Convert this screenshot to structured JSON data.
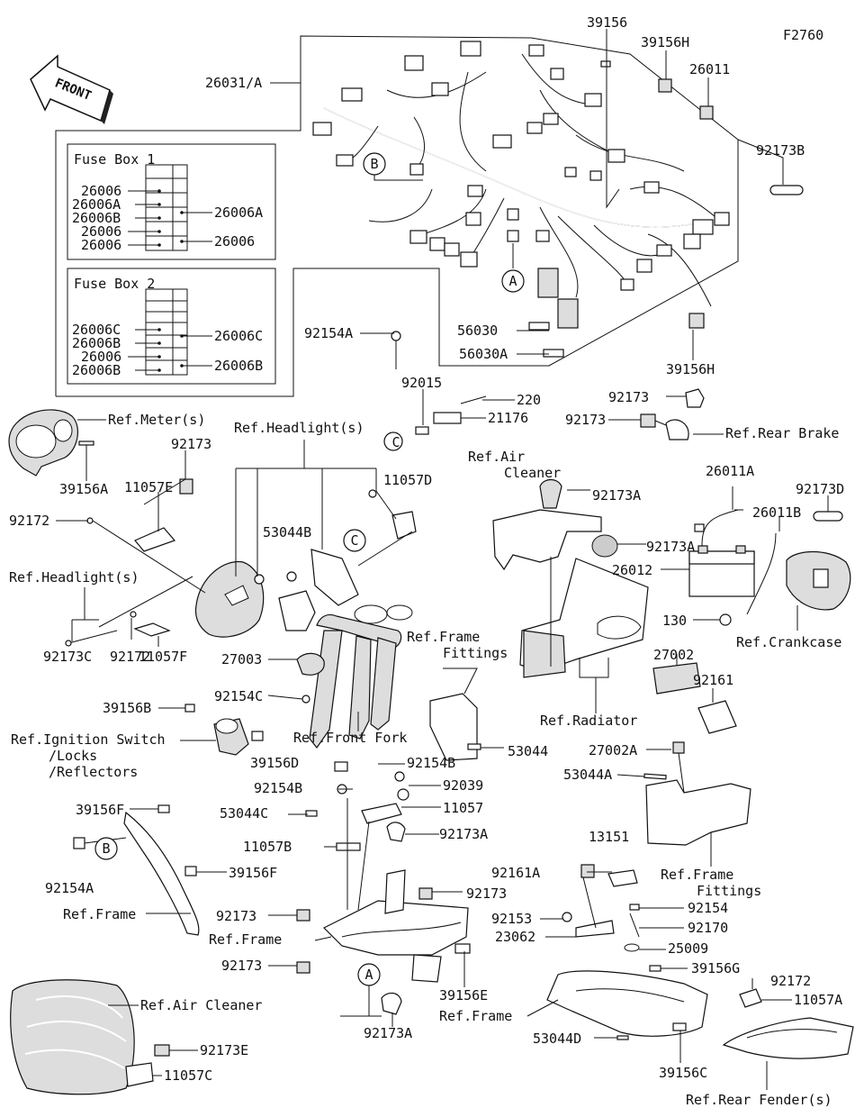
{
  "diagram_code": "F2760",
  "front_label": "FRONT",
  "fuse_box_1": {
    "title": "Fuse Box 1",
    "left_labels": [
      "26006",
      "26006A",
      "26006B",
      "26006",
      "26006"
    ],
    "right_labels": [
      "26006A",
      "26006"
    ]
  },
  "fuse_box_2": {
    "title": "Fuse Box 2",
    "left_labels": [
      "26006C",
      "26006B",
      "26006",
      "26006B"
    ],
    "right_labels": [
      "26006C",
      "26006B"
    ]
  },
  "callouts": {
    "c26031A": "26031/A",
    "c39156_top": "39156",
    "c39156H_top": "39156H",
    "c26011": "26011",
    "c92173B": "92173B",
    "c92154A_mid": "92154A",
    "c56030": "56030",
    "c56030A": "56030A",
    "c39156H_bot": "39156H",
    "c92015": "92015",
    "c220": "220",
    "c21176": "21176",
    "c92173_rb1": "92173",
    "c92173_rb2": "92173",
    "ref_rear_brake": "Ref.Rear Brake",
    "ref_meter": "Ref.Meter(s)",
    "c39156A": "39156A",
    "c92173_m": "92173",
    "c11057E": "11057E",
    "c92172_a": "92172",
    "ref_headlight_top": "Ref.Headlight(s)",
    "c11057D": "11057D",
    "c53044B": "53044B",
    "ref_headlight_left": "Ref.Headlight(s)",
    "c92172_b": "92172",
    "c92173C": "92173C",
    "c11057F": "11057F",
    "c27003": "27003",
    "c92154C": "92154C",
    "c39156B": "39156B",
    "ref_ignition_1": "Ref.Ignition Switch",
    "ref_ignition_2": "/Locks",
    "ref_ignition_3": "/Reflectors",
    "ref_front_fork": "Ref.Front Fork",
    "ref_frame_fittings_1a": "Ref.Frame",
    "ref_frame_fittings_1b": "Fittings",
    "c53044": "53044",
    "ref_air_cleaner_top_a": "Ref.Air",
    "ref_air_cleaner_top_b": "Cleaner",
    "c92173A_1": "92173A",
    "c92173A_2": "92173A",
    "ref_radiator": "Ref.Radiator",
    "c26011A": "26011A",
    "c92173D": "92173D",
    "c26011B": "26011B",
    "c26012": "26012",
    "c130": "130",
    "ref_crankcase": "Ref.Crankcase",
    "c27002": "27002",
    "c92161": "92161",
    "c27002A": "27002A",
    "c53044A": "53044A",
    "ref_frame_fittings_2a": "Ref.Frame",
    "ref_frame_fittings_2b": "Fittings",
    "c39156D": "39156D",
    "c92154B_1": "92154B",
    "c92154B_2": "92154B",
    "c92039": "92039",
    "c53044C": "53044C",
    "c11057": "11057",
    "c11057B": "11057B",
    "c92173A_3": "92173A",
    "c39156F_1": "39156F",
    "c92154A_low": "92154A",
    "c39156F_2": "39156F",
    "ref_frame_left": "Ref.Frame",
    "c92173_f1": "92173",
    "c92173_f2": "92173",
    "ref_frame_mid": "Ref.Frame",
    "c92173_f3": "92173",
    "c13151": "13151",
    "c92161A": "92161A",
    "c92154": "92154",
    "c92153": "92153",
    "c92170": "92170",
    "c23062": "23062",
    "c25009": "25009",
    "c39156G": "39156G",
    "c92172_c": "92172",
    "c11057A": "11057A",
    "ref_frame_bottom": "Ref.Frame",
    "c39156E": "39156E",
    "ref_air_cleaner_bottom": "Ref.Air Cleaner",
    "c92173E": "92173E",
    "c11057C": "11057C",
    "c92173A_4": "92173A",
    "c53044D": "53044D",
    "c39156C": "39156C",
    "ref_rear_fender": "Ref.Rear Fender(s)"
  },
  "circle_markers": {
    "B_top": "B",
    "A_top": "A",
    "C_mid": "C",
    "C_head": "C",
    "B_low": "B",
    "A_low": "A"
  }
}
